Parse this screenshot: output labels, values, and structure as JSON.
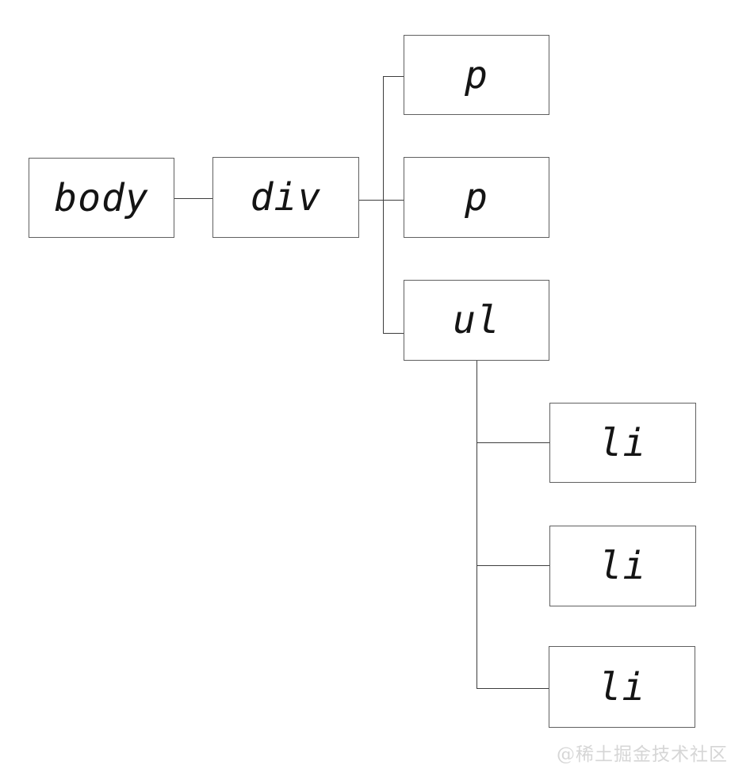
{
  "diagram": {
    "type": "tree",
    "description_not_rendered": "",
    "nodes": [
      {
        "id": "body",
        "label": "body"
      },
      {
        "id": "div",
        "label": "div"
      },
      {
        "id": "p1",
        "label": "p"
      },
      {
        "id": "p2",
        "label": "p"
      },
      {
        "id": "ul",
        "label": "ul"
      },
      {
        "id": "li1",
        "label": "li"
      },
      {
        "id": "li2",
        "label": "li"
      },
      {
        "id": "li3",
        "label": "li"
      }
    ],
    "edges": [
      {
        "from": "body",
        "to": "div"
      },
      {
        "from": "div",
        "to": "p1"
      },
      {
        "from": "div",
        "to": "p2"
      },
      {
        "from": "div",
        "to": "ul"
      },
      {
        "from": "ul",
        "to": "li1"
      },
      {
        "from": "ul",
        "to": "li2"
      },
      {
        "from": "ul",
        "to": "li3"
      }
    ],
    "colors": {
      "background": "#ffffff",
      "box_border": "#606060",
      "line": "#3d3d3d",
      "text": "#141414"
    }
  },
  "watermark": {
    "text": "@稀土掘金技术社区",
    "color": "#d6d6d6"
  }
}
